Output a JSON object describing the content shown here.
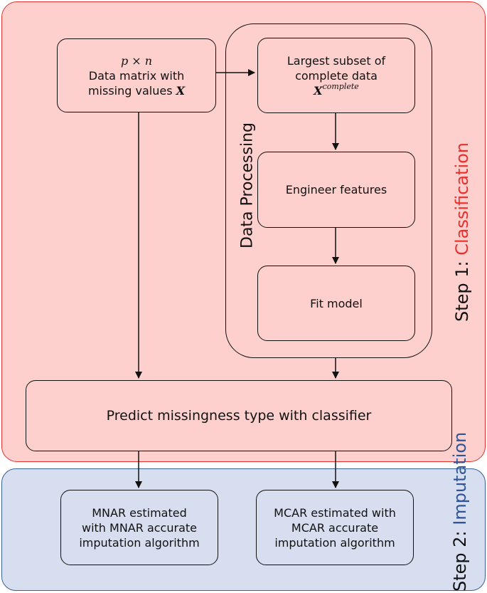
{
  "colors": {
    "step1_fill": "#fdd0ce",
    "step1_border": "#e8302c",
    "step1_accent": "#e8302c",
    "step2_fill": "#d6deef",
    "step2_border": "#3a5f94",
    "step2_accent": "#2f5597"
  },
  "input_box": {
    "dims": "p × n",
    "line1": "Data matrix with",
    "line2": "missing values",
    "symbol": "X"
  },
  "subset_box": {
    "line1": "Largest subset of",
    "line2": "complete data",
    "symbol": "X",
    "superscript": "complete"
  },
  "engineer_box": {
    "label": "Engineer features"
  },
  "fit_box": {
    "label": "Fit model"
  },
  "predict_box": {
    "label": "Predict missingness type with classifier"
  },
  "data_processing_label": "Data Processing",
  "step1": {
    "prefix": "Step 1: ",
    "name": "Classification"
  },
  "step2": {
    "prefix": "Step 2: ",
    "name": "Imputation"
  },
  "mnar_box": {
    "line1": "MNAR estimated",
    "line2": "with MNAR accurate",
    "line3": "imputation algorithm"
  },
  "mcar_box": {
    "line1": "MCAR estimated with",
    "line2": "MCAR accurate",
    "line3": "imputation algorithm"
  }
}
